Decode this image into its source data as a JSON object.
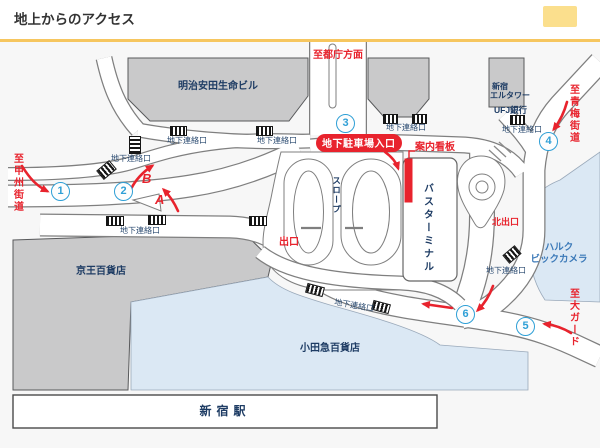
{
  "page": {
    "title": "地上からのアクセス",
    "accent_color": "#f6c65f"
  },
  "map": {
    "bg_color": "#f7f7f7",
    "red": "#e8232d",
    "navy": "#1e3c64",
    "point_blue": "#2e9fd6",
    "directions": {
      "tocho": "至都庁方面",
      "ome_kaido": "至青梅街道",
      "o_guard": "至大ガード",
      "koshu_kaido": "至甲州街道"
    },
    "buildings": {
      "meiji_yasuda": "明治安田生命ビル",
      "el_tower_1": "新宿",
      "el_tower_2": "エルタワー",
      "ufj_bank": "UFJ銀行",
      "keio_dept": "京王百貨店",
      "odakyu_dept": "小田急百貨店",
      "halc_1": "ハルク",
      "halc_2": "ビックカメラ",
      "bus_terminal": "バスターミナル",
      "shinjuku_station": "新宿駅"
    },
    "features": {
      "parking_entrance": "地下駐車場入口",
      "info_board": "案内看板",
      "exit": "出口",
      "north_exit": "北出口",
      "slope": "スロープ",
      "underground_gate": "地下連絡口"
    },
    "route_points": [
      "1",
      "2",
      "3",
      "4",
      "5",
      "6"
    ],
    "route_letters": {
      "a": "A",
      "b": "B"
    }
  }
}
